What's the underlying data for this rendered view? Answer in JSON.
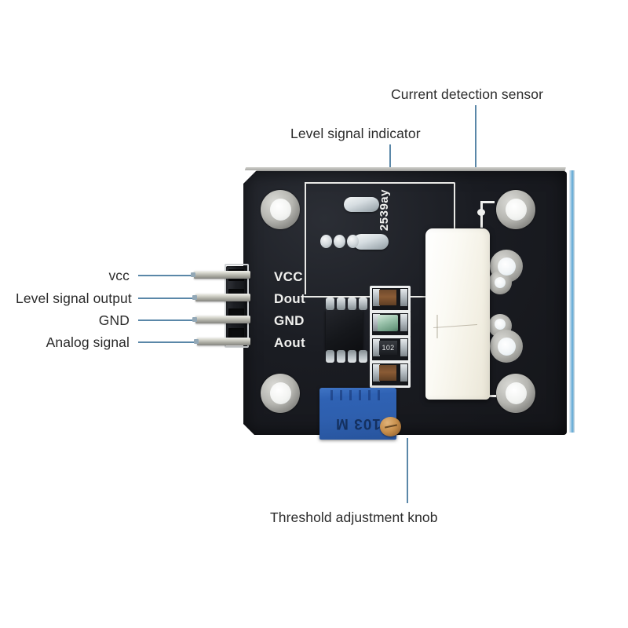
{
  "diagram": {
    "title": "Current detection sensor module annotated diagram",
    "accent_line_color": "#5a87a8",
    "label_color": "#2b2b2b",
    "background_color": "#ffffff"
  },
  "callouts": {
    "current_detection_sensor": "Current detection sensor",
    "level_signal_indicator": "Level signal indicator",
    "vcc": "vcc",
    "level_signal_output": "Level signal output",
    "gnd": "GND",
    "analog_signal": "Analog signal",
    "threshold_adjustment_knob": "Threshold adjustment knob"
  },
  "board": {
    "silkscreen_code": "2539ay",
    "pin_labels": [
      "VCC",
      "Dout",
      "GND",
      "Aout"
    ],
    "potentiometer_marking": "103 M",
    "resistor_marking": "102",
    "pcb_color": "#1a1c22",
    "sensor_body_color": "#faf8f0",
    "potentiometer_color": "#2e5fae",
    "pad_color": "#b6b6b1"
  }
}
